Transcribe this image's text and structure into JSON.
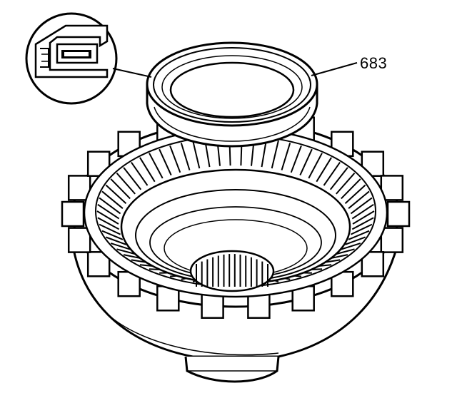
{
  "diagram": {
    "callout_label": "683",
    "colors": {
      "ink": "#000000",
      "paper": "#ffffff"
    },
    "parts": {
      "outer_tabs": 22,
      "inner_teeth": 70,
      "hub_splines": 14
    }
  }
}
